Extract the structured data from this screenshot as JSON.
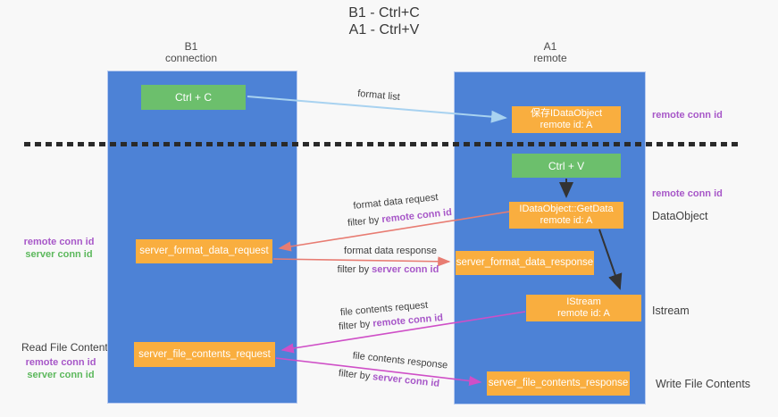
{
  "title": {
    "line1": "B1 - Ctrl+C",
    "line2": "A1 - Ctrl+V"
  },
  "lanes": {
    "left": {
      "name": "B1",
      "role": "connection"
    },
    "right": {
      "name": "A1",
      "role": "remote"
    }
  },
  "nodes": {
    "ctrl_c": {
      "label": "Ctrl + C"
    },
    "save_idataobject": {
      "line1": "保存IDataObject",
      "line2": "remote id: A"
    },
    "ctrl_v": {
      "label": "Ctrl + V"
    },
    "idataobject_getdata": {
      "line1": "IDataObject::GetData",
      "line2": "remote id: A"
    },
    "server_format_data_request": {
      "label": "server_format_data_request"
    },
    "server_format_data_response": {
      "label": "server_format_data_response"
    },
    "istream": {
      "line1": "IStream",
      "line2": "remote id: A"
    },
    "server_file_contents_request": {
      "label": "server_file_contents_request"
    },
    "server_file_contents_response": {
      "label": "server_file_contents_response"
    }
  },
  "arrow_labels": {
    "format_list": "format list",
    "format_data_request": "format data request",
    "format_data_response": "format data response",
    "file_contents_request": "file contents request",
    "file_contents_response": "file contents response",
    "filter_by": "filter by",
    "remote_conn_id": "remote conn id",
    "server_conn_id": "server conn id"
  },
  "left_annotations": {
    "remote_conn_id_1": "remote conn id",
    "server_conn_id_1": "server conn id",
    "read_file_contents": "Read File Contents",
    "remote_conn_id_2": "remote conn id",
    "server_conn_id_2": "server conn id"
  },
  "right_annotations": {
    "remote_conn_id_1": "remote conn id",
    "remote_conn_id_2": "remote conn id",
    "dataobject": "DataObject",
    "istream": "Istream",
    "write_file_contents": "Write File Contents"
  },
  "colors": {
    "lane_blue": "#4d82d6",
    "node_orange": "#f9ae3f",
    "node_green": "#6cbf6c",
    "arrow_salmon": "#e87c72",
    "arrow_magenta": "#cf4fc7",
    "arrow_lightblue": "#a8d2f0",
    "arrow_black": "#333333",
    "text_purple": "#a757c8",
    "text_green": "#5cb85c"
  }
}
